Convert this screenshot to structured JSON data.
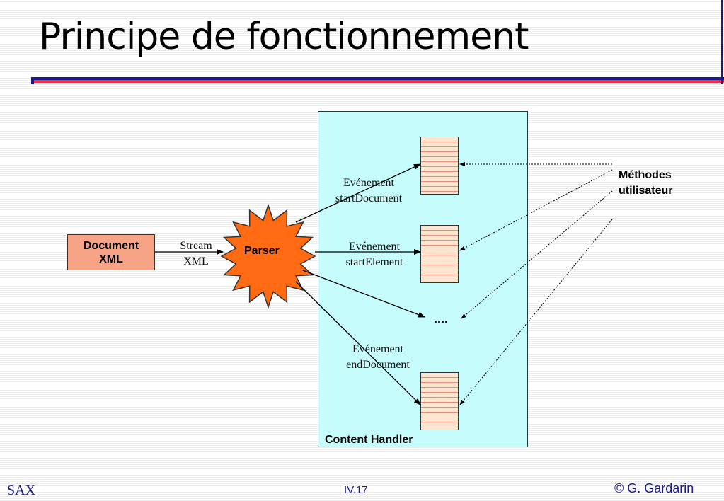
{
  "slide": {
    "title": "Principe de fonctionnement",
    "footer_left": "SAX",
    "footer_page": "IV.17",
    "footer_right": "© G. Gardarin"
  },
  "diagram": {
    "document_line1": "Document",
    "document_line2": "XML",
    "stream_line1": "Stream",
    "stream_line2": "XML",
    "parser": "Parser",
    "content_handler": "Content Handler",
    "methods_line1": "Méthodes",
    "methods_line2": "utilisateur",
    "events": [
      {
        "line1": "Evénement",
        "line2": "startDocument"
      },
      {
        "line1": "Evénement",
        "line2": "startElement"
      },
      {
        "line1": "Evénement",
        "line2": "endDocument"
      }
    ],
    "ellipsis": "....",
    "colors": {
      "handler_bg": "#c6fcfc",
      "parser_fill": "#ff6a13",
      "document_fill": "#f6a485",
      "method_box_fill": "#fde6cf",
      "footer_text": "#1a1a8c"
    }
  }
}
